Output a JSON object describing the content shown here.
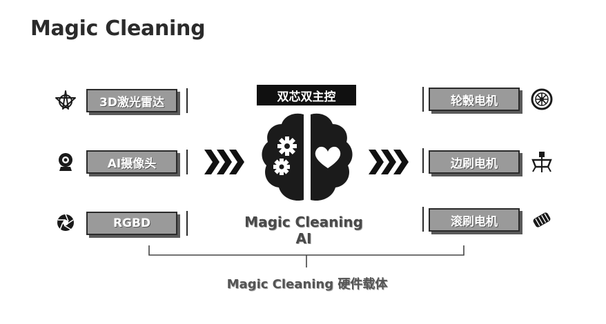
{
  "page_title": "Magic Cleaning",
  "inputs": [
    {
      "label": "3D激光雷达",
      "icon": "lidar-star-icon"
    },
    {
      "label": "AI摄像头",
      "icon": "webcam-icon"
    },
    {
      "label": "RGBD",
      "icon": "camera-aperture-icon"
    }
  ],
  "core": {
    "header": "双芯双主控",
    "label": "Magic Cleaning AI",
    "icon": "brain-gears-heart-icon"
  },
  "outputs": [
    {
      "label": "轮毂电机",
      "icon": "wheel-icon"
    },
    {
      "label": "边刷电机",
      "icon": "side-brush-icon"
    },
    {
      "label": "滚刷电机",
      "icon": "roller-brush-icon"
    }
  ],
  "footer": "Magic Cleaning 硬件载体",
  "colors": {
    "box_fill": "#9a9a9a",
    "box_border": "#2a2a2a",
    "header_bg": "#101010",
    "text_dark": "#2b2b2b"
  }
}
